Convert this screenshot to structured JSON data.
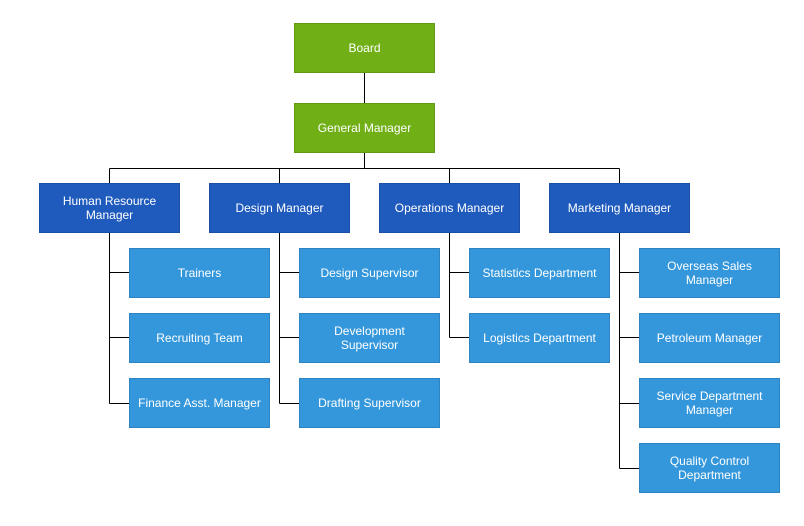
{
  "colors": {
    "root": "#71af17",
    "manager": "#1f5bbd",
    "team": "#3497db",
    "connector": "#000000"
  },
  "nodes": {
    "board": "Board",
    "general_manager": "General Manager",
    "hr_manager": "Human Resource Manager",
    "design_manager": "Design Manager",
    "operations_manager": "Operations Manager",
    "marketing_manager": "Marketing Manager",
    "trainers": "Trainers",
    "recruiting_team": "Recruiting Team",
    "finance_asst_manager": "Finance Asst. Manager",
    "design_supervisor": "Design Supervisor",
    "development_supervisor": "Development Supervisor",
    "drafting_supervisor": "Drafting Supervisor",
    "statistics_department": "Statistics Department",
    "logistics_department": "Logistics Department",
    "overseas_sales_manager": "Overseas Sales Manager",
    "petroleum_manager": "Petroleum Manager",
    "service_department_manager": "Service Department Manager",
    "quality_control_department": "Quality Control Department"
  }
}
